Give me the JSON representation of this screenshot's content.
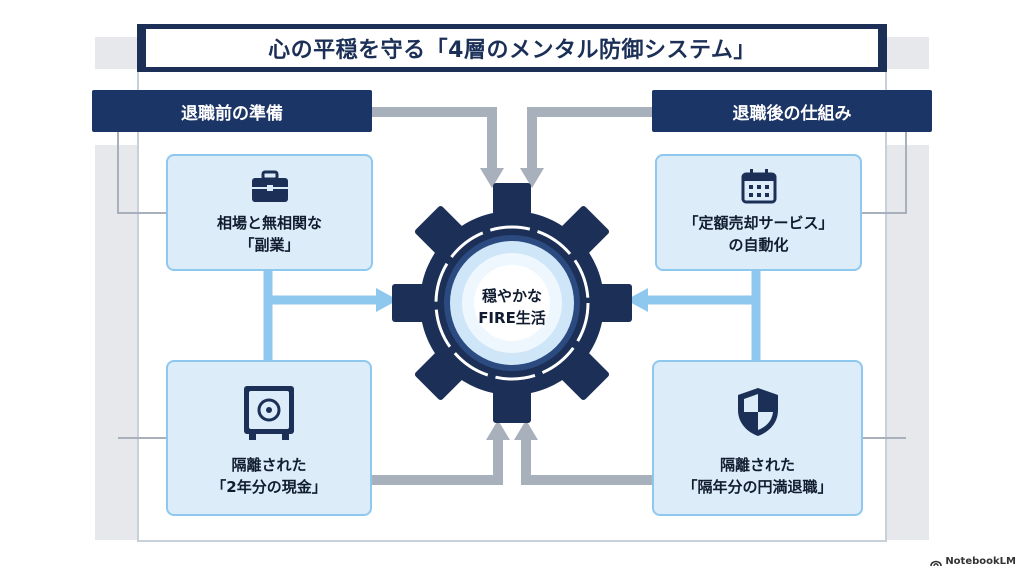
{
  "title": "心の平穏を守る「4層のメンタル防御システム」",
  "sections": {
    "left": "退職前の準備",
    "right": "退職後の仕組み"
  },
  "center": {
    "line1": "穏やかな",
    "line2": "FIRE生活"
  },
  "cards": {
    "top_left": {
      "line1": "相場と無相関な",
      "line2": "「副業」",
      "icon": "briefcase-icon"
    },
    "bottom_left": {
      "line1": "隔離された",
      "line2": "「2年分の現金」",
      "icon": "safe-icon"
    },
    "top_right": {
      "line1": "「定額売却サービス」",
      "line2": "の自動化",
      "icon": "calendar-icon"
    },
    "bottom_right": {
      "line1": "隔離された",
      "line2": "「隔年分の円満退職」",
      "icon": "shield-icon"
    }
  },
  "colors": {
    "navy": "#1b2f57",
    "card_fill": "#dcecf8",
    "card_border": "#8fc8ef",
    "arrow_blue": "#8fc8ef",
    "arrow_grey": "#a8b0bc"
  },
  "watermark": "NotebookLM"
}
